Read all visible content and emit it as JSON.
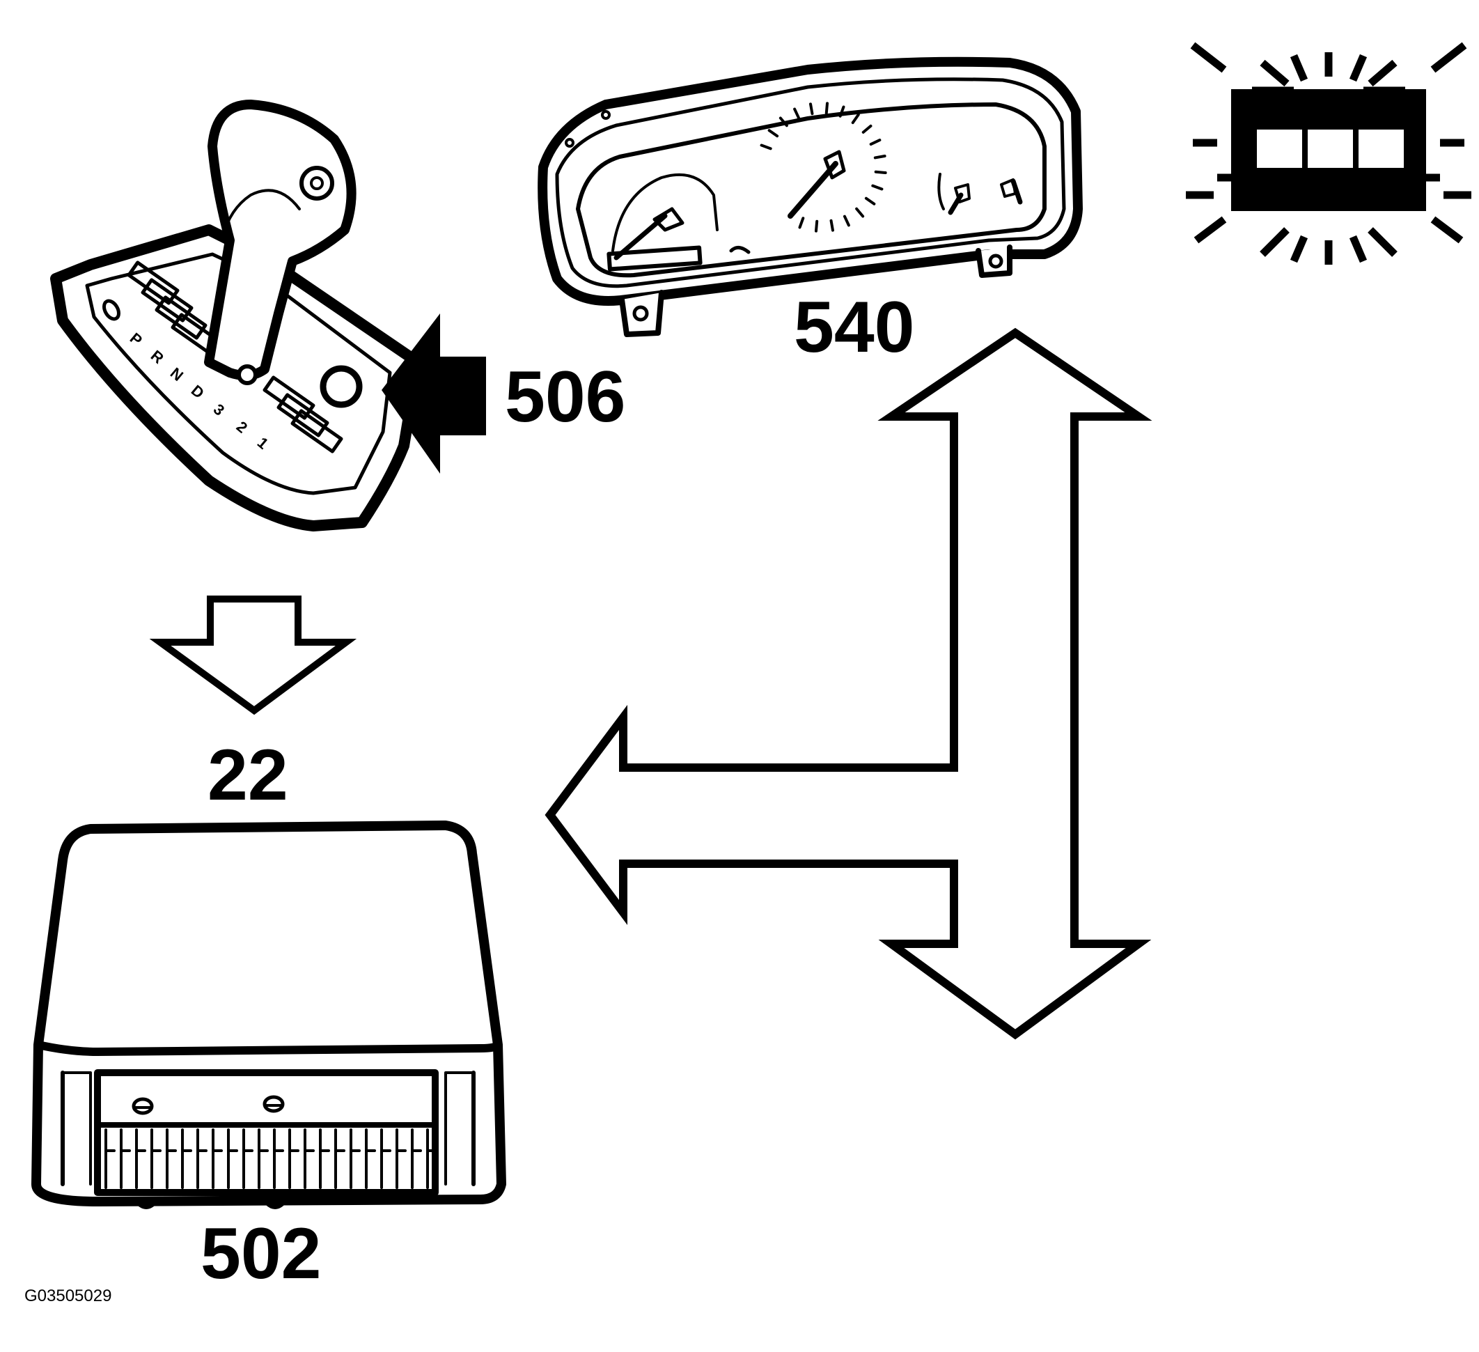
{
  "figure_id": "G03505029",
  "callouts": {
    "gear_selector": "506",
    "instrument_cluster": "540",
    "signal": "22",
    "control_module": "502"
  },
  "gear_positions": [
    "P",
    "R",
    "N",
    "D",
    "3",
    "2",
    "1"
  ],
  "icons": {
    "gear_selector": "gear-selector-lever-icon",
    "instrument_cluster": "instrument-cluster-icon",
    "warning_lamp": "warning-lamp-icon",
    "control_module": "transmission-control-module-icon"
  },
  "colors": {
    "line": "#000000",
    "background": "#ffffff"
  }
}
